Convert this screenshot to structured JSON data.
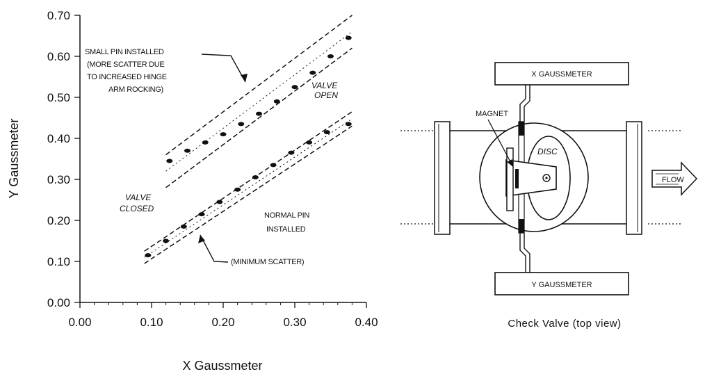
{
  "chart_data": {
    "type": "scatter",
    "title": "",
    "xlabel": "X Gaussmeter",
    "ylabel": "Y Gaussmeter",
    "xlim": [
      0.0,
      0.4
    ],
    "ylim": [
      0.0,
      0.7
    ],
    "x_ticks": [
      "0.00",
      "0.10",
      "0.20",
      "0.30",
      "0.40"
    ],
    "y_ticks": [
      "0.00",
      "0.10",
      "0.20",
      "0.30",
      "0.40",
      "0.50",
      "0.60",
      "0.70"
    ],
    "grid": false,
    "series": [
      {
        "values": [
          [
            0.125,
            0.345
          ],
          [
            0.15,
            0.37
          ],
          [
            0.175,
            0.39
          ],
          [
            0.2,
            0.41
          ],
          [
            0.225,
            0.435
          ],
          [
            0.25,
            0.46
          ],
          [
            0.275,
            0.49
          ],
          [
            0.3,
            0.525
          ],
          [
            0.325,
            0.56
          ],
          [
            0.35,
            0.6
          ],
          [
            0.375,
            0.645
          ]
        ],
        "band": {
          "x": [
            0.12,
            0.38
          ],
          "upper": [
            0.36,
            0.7
          ],
          "lower": [
            0.28,
            0.62
          ]
        }
      },
      {
        "values": [
          [
            0.095,
            0.115
          ],
          [
            0.12,
            0.15
          ],
          [
            0.145,
            0.185
          ],
          [
            0.17,
            0.215
          ],
          [
            0.195,
            0.245
          ],
          [
            0.22,
            0.275
          ],
          [
            0.245,
            0.305
          ],
          [
            0.27,
            0.335
          ],
          [
            0.295,
            0.365
          ],
          [
            0.32,
            0.39
          ],
          [
            0.345,
            0.415
          ],
          [
            0.375,
            0.435
          ]
        ],
        "band": {
          "x": [
            0.09,
            0.38
          ],
          "upper": [
            0.125,
            0.465
          ],
          "lower": [
            0.095,
            0.43
          ]
        }
      }
    ],
    "annotations": {
      "small_pin": [
        "SMALL PIN INSTALLED",
        "(MORE SCATTER DUE",
        "TO INCREASED HINGE",
        "ARM ROCKING)"
      ],
      "normal_pin": [
        "NORMAL PIN",
        "INSTALLED",
        "(MINIMUM SCATTER)"
      ],
      "valve_open": [
        "VALVE",
        "OPEN"
      ],
      "valve_closed": [
        "VALVE",
        "CLOSED"
      ]
    }
  },
  "diagram": {
    "x_gaussmeter_label": "X GAUSSMETER",
    "y_gaussmeter_label": "Y GAUSSMETER",
    "magnet_label": "MAGNET",
    "disc_label": "DISC",
    "flow_label": "FLOW",
    "caption": "Check Valve (top view)"
  }
}
